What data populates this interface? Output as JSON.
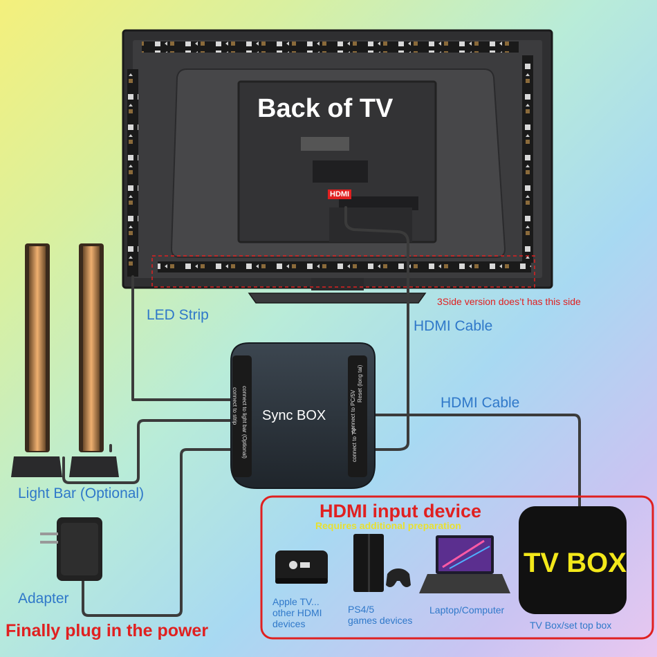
{
  "labels": {
    "back_of_tv": "Back of TV",
    "hdmi_port": "HDMI",
    "three_side_note": "3Side version does’t has this side",
    "led_strip": "LED Strip",
    "hdmi_cable_1": "HDMI Cable",
    "hdmi_cable_2": "HDMI Cable",
    "sync_box": "Sync BOX",
    "light_bar": "Light Bar (Optional)",
    "adapter": "Adapter",
    "final_power": "Finally plug in the power",
    "port_strip": "connect to strip",
    "port_lightbar": "connect to light bar (Optional)",
    "port_reset": "Reset (long tai)",
    "port_power": "connect to PC/5V",
    "port_tv": "connect to TV"
  },
  "input_devices": {
    "title": "HDMI input device",
    "subtitle": "Requires additional preparation",
    "devices": [
      {
        "line1": "Apple TV...",
        "line2": "other HDMI",
        "line3": "devices"
      },
      {
        "line1": "PS4/5",
        "line2": "games devices",
        "line3": ""
      },
      {
        "line1": "Laptop/Computer",
        "line2": "",
        "line3": ""
      },
      {
        "line1": "TV Box/set top box",
        "line2": "",
        "line3": ""
      }
    ],
    "tv_box_label": "TV BOX"
  },
  "colors": {
    "accent_red": "#e02020",
    "label_blue": "#2f78c9",
    "tv_box_yellow": "#f3e81a",
    "tv_body": "#3a3a3c",
    "cable": "#3b3b3b"
  },
  "icons": [
    "tv-back",
    "led-strip",
    "light-bar",
    "sync-box",
    "power-adapter",
    "apple-tv",
    "ps4-console",
    "laptop",
    "tv-box"
  ]
}
